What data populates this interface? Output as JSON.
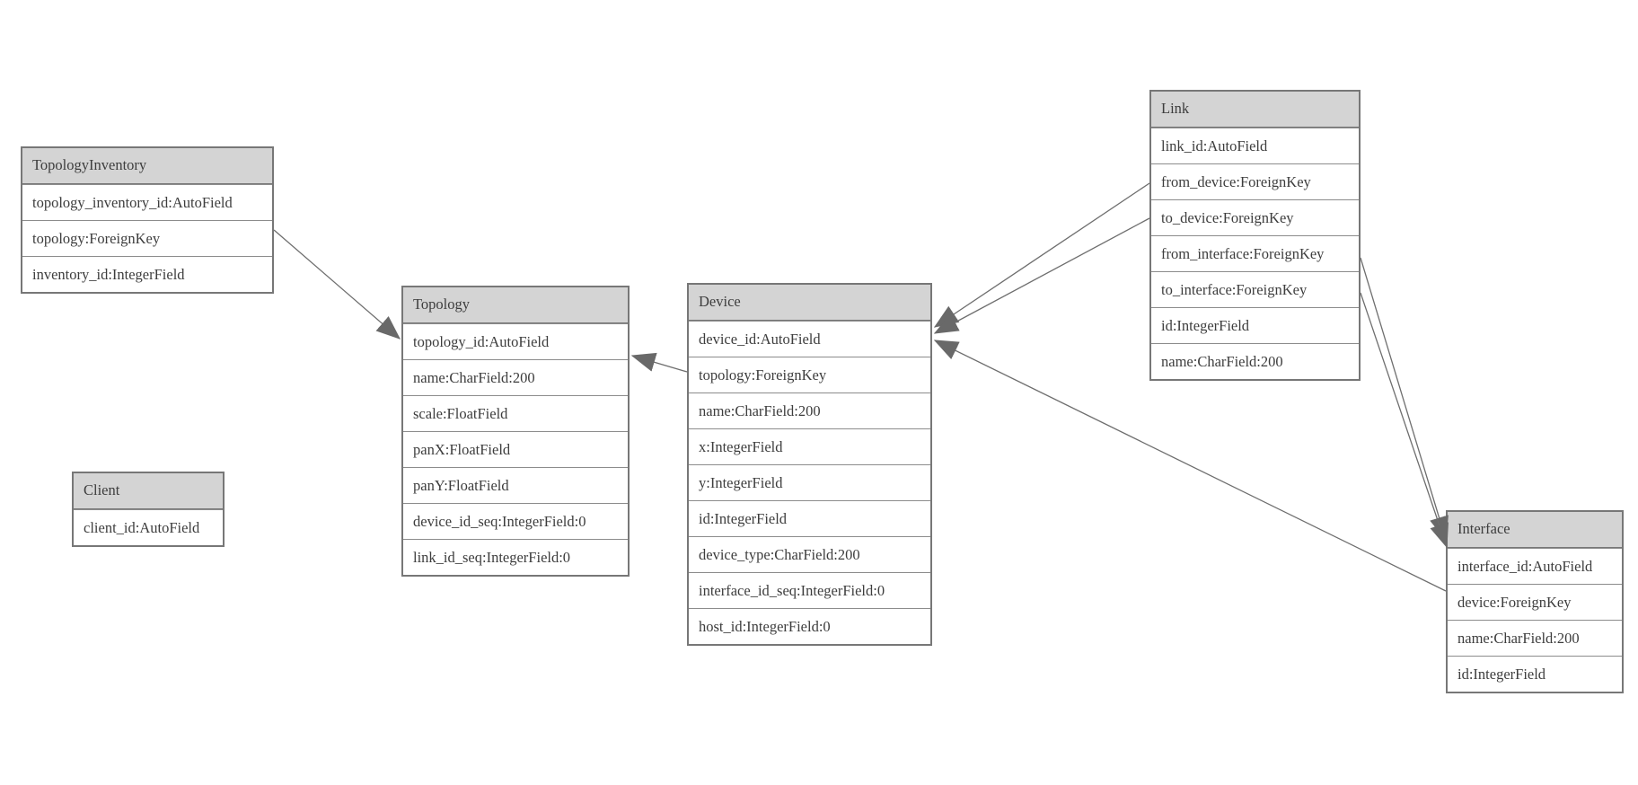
{
  "diagram": {
    "type": "entity-relationship-model-graph",
    "colors": {
      "background": "#ffffff",
      "header_fill": "#d4d4d4",
      "border": "#777777",
      "row_separator": "#8c8c8c",
      "text": "#3d3d3d",
      "edge_line": "#6e6e6e",
      "arrowhead": "#696969"
    }
  },
  "entities": [
    {
      "name": "TopologyInventory",
      "fields": [
        "topology_inventory_id:AutoField",
        "topology:ForeignKey",
        "inventory_id:IntegerField"
      ]
    },
    {
      "name": "Topology",
      "fields": [
        "topology_id:AutoField",
        "name:CharField:200",
        "scale:FloatField",
        "panX:FloatField",
        "panY:FloatField",
        "device_id_seq:IntegerField:0",
        "link_id_seq:IntegerField:0"
      ]
    },
    {
      "name": "Client",
      "fields": [
        "client_id:AutoField"
      ]
    },
    {
      "name": "Device",
      "fields": [
        "device_id:AutoField",
        "topology:ForeignKey",
        "name:CharField:200",
        "x:IntegerField",
        "y:IntegerField",
        "id:IntegerField",
        "device_type:CharField:200",
        "interface_id_seq:IntegerField:0",
        "host_id:IntegerField:0"
      ]
    },
    {
      "name": "Link",
      "fields": [
        "link_id:AutoField",
        "from_device:ForeignKey",
        "to_device:ForeignKey",
        "from_interface:ForeignKey",
        "to_interface:ForeignKey",
        "id:IntegerField",
        "name:CharField:200"
      ]
    },
    {
      "name": "Interface",
      "fields": [
        "interface_id:AutoField",
        "device:ForeignKey",
        "name:CharField:200",
        "id:IntegerField"
      ]
    }
  ],
  "edges": [
    {
      "from": "TopologyInventory.topology",
      "to": "Topology.topology_id"
    },
    {
      "from": "Device.topology",
      "to": "Topology.topology_id"
    },
    {
      "from": "Link.from_device",
      "to": "Device.device_id"
    },
    {
      "from": "Link.to_device",
      "to": "Device.device_id"
    },
    {
      "from": "Interface.device",
      "to": "Device.device_id"
    },
    {
      "from": "Link.from_interface",
      "to": "Interface.interface_id"
    },
    {
      "from": "Link.to_interface",
      "to": "Interface.interface_id"
    }
  ]
}
